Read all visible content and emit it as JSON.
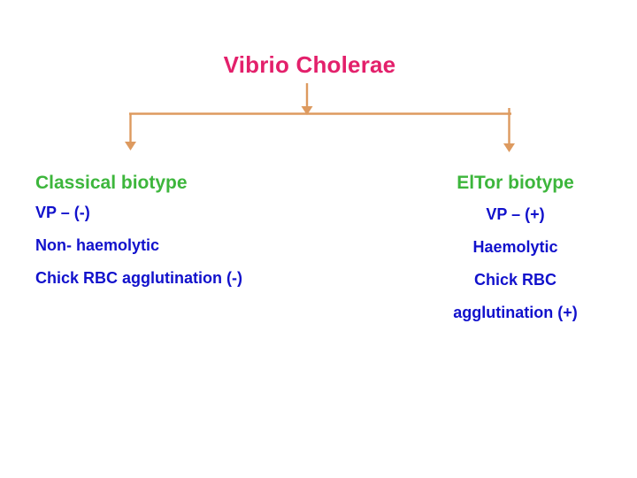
{
  "slide": {
    "title": "Vibrio Cholerae",
    "title_color": "#E3206B",
    "background_color": "#FFFFFF"
  },
  "connector": {
    "color": "#DD9A5F",
    "description": "splitting-arrow"
  },
  "columns": {
    "left": {
      "heading": "Classical biotype",
      "heading_color": "#3DB63C",
      "trait_color": "#1111CC",
      "traits": [
        "VP – (-)",
        "Non- haemolytic",
        "Chick RBC agglutination (-)"
      ]
    },
    "right": {
      "heading": "ElTor biotype",
      "heading_color": "#3DB63C",
      "trait_color": "#1111CC",
      "traits": [
        "VP – (+)",
        "Haemolytic",
        "Chick RBC",
        "agglutination (+)"
      ]
    }
  }
}
